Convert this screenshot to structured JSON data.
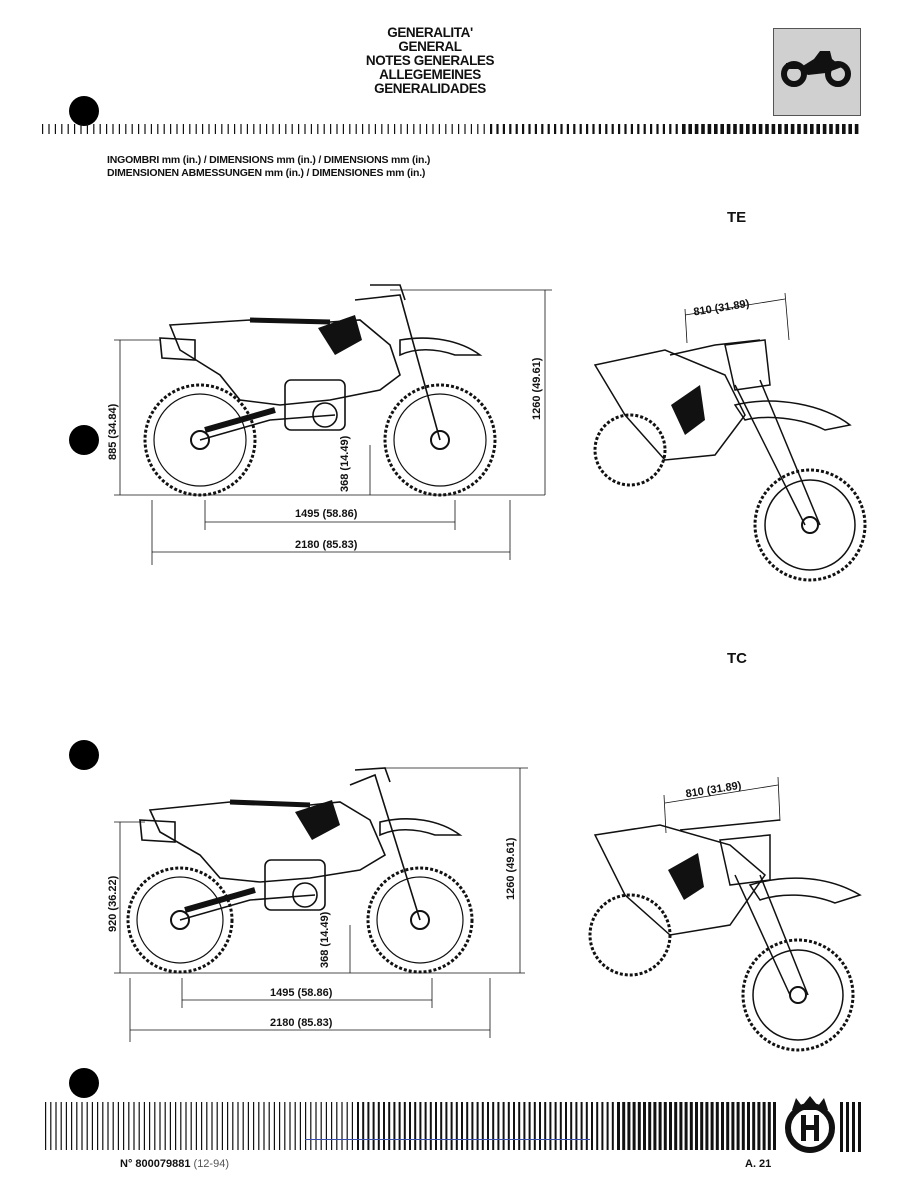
{
  "header": {
    "titles": [
      "GENERALITA'",
      "GENERAL",
      "NOTES GENERALES",
      "ALLEGEMEINES",
      "GENERALIDADES"
    ]
  },
  "dimensions_heading": {
    "line1": "INGOMBRI mm (in.) / DIMENSIONS mm (in.) / DIMENSIONS mm (in.)",
    "line2": "DIMENSIONEN ABMESSUNGEN mm (in.) / DIMENSIONES mm (in.)"
  },
  "models": [
    {
      "name": "TE",
      "seat_height": "885 (34.84)",
      "overall_height": "1260 (49.61)",
      "ground_clearance": "368 (14.49)",
      "wheelbase": "1495 (58.86)",
      "overall_length": "2180 (85.83)",
      "handlebar_width": "810 (31.89)"
    },
    {
      "name": "TC",
      "seat_height": "920 (36.22)",
      "overall_height": "1260 (49.61)",
      "ground_clearance": "368 (14.49)",
      "wheelbase": "1495 (58.86)",
      "overall_length": "2180 (85.83)",
      "handlebar_width": "810 (31.89)"
    }
  ],
  "footer": {
    "doc_prefix": "N°",
    "doc_number": "800079881",
    "doc_date": "(12-94)",
    "page_number": "A. 21"
  },
  "icons": {
    "section_icon": "motorcycle-icon",
    "brand_icon": "husqvarna-logo-icon"
  }
}
